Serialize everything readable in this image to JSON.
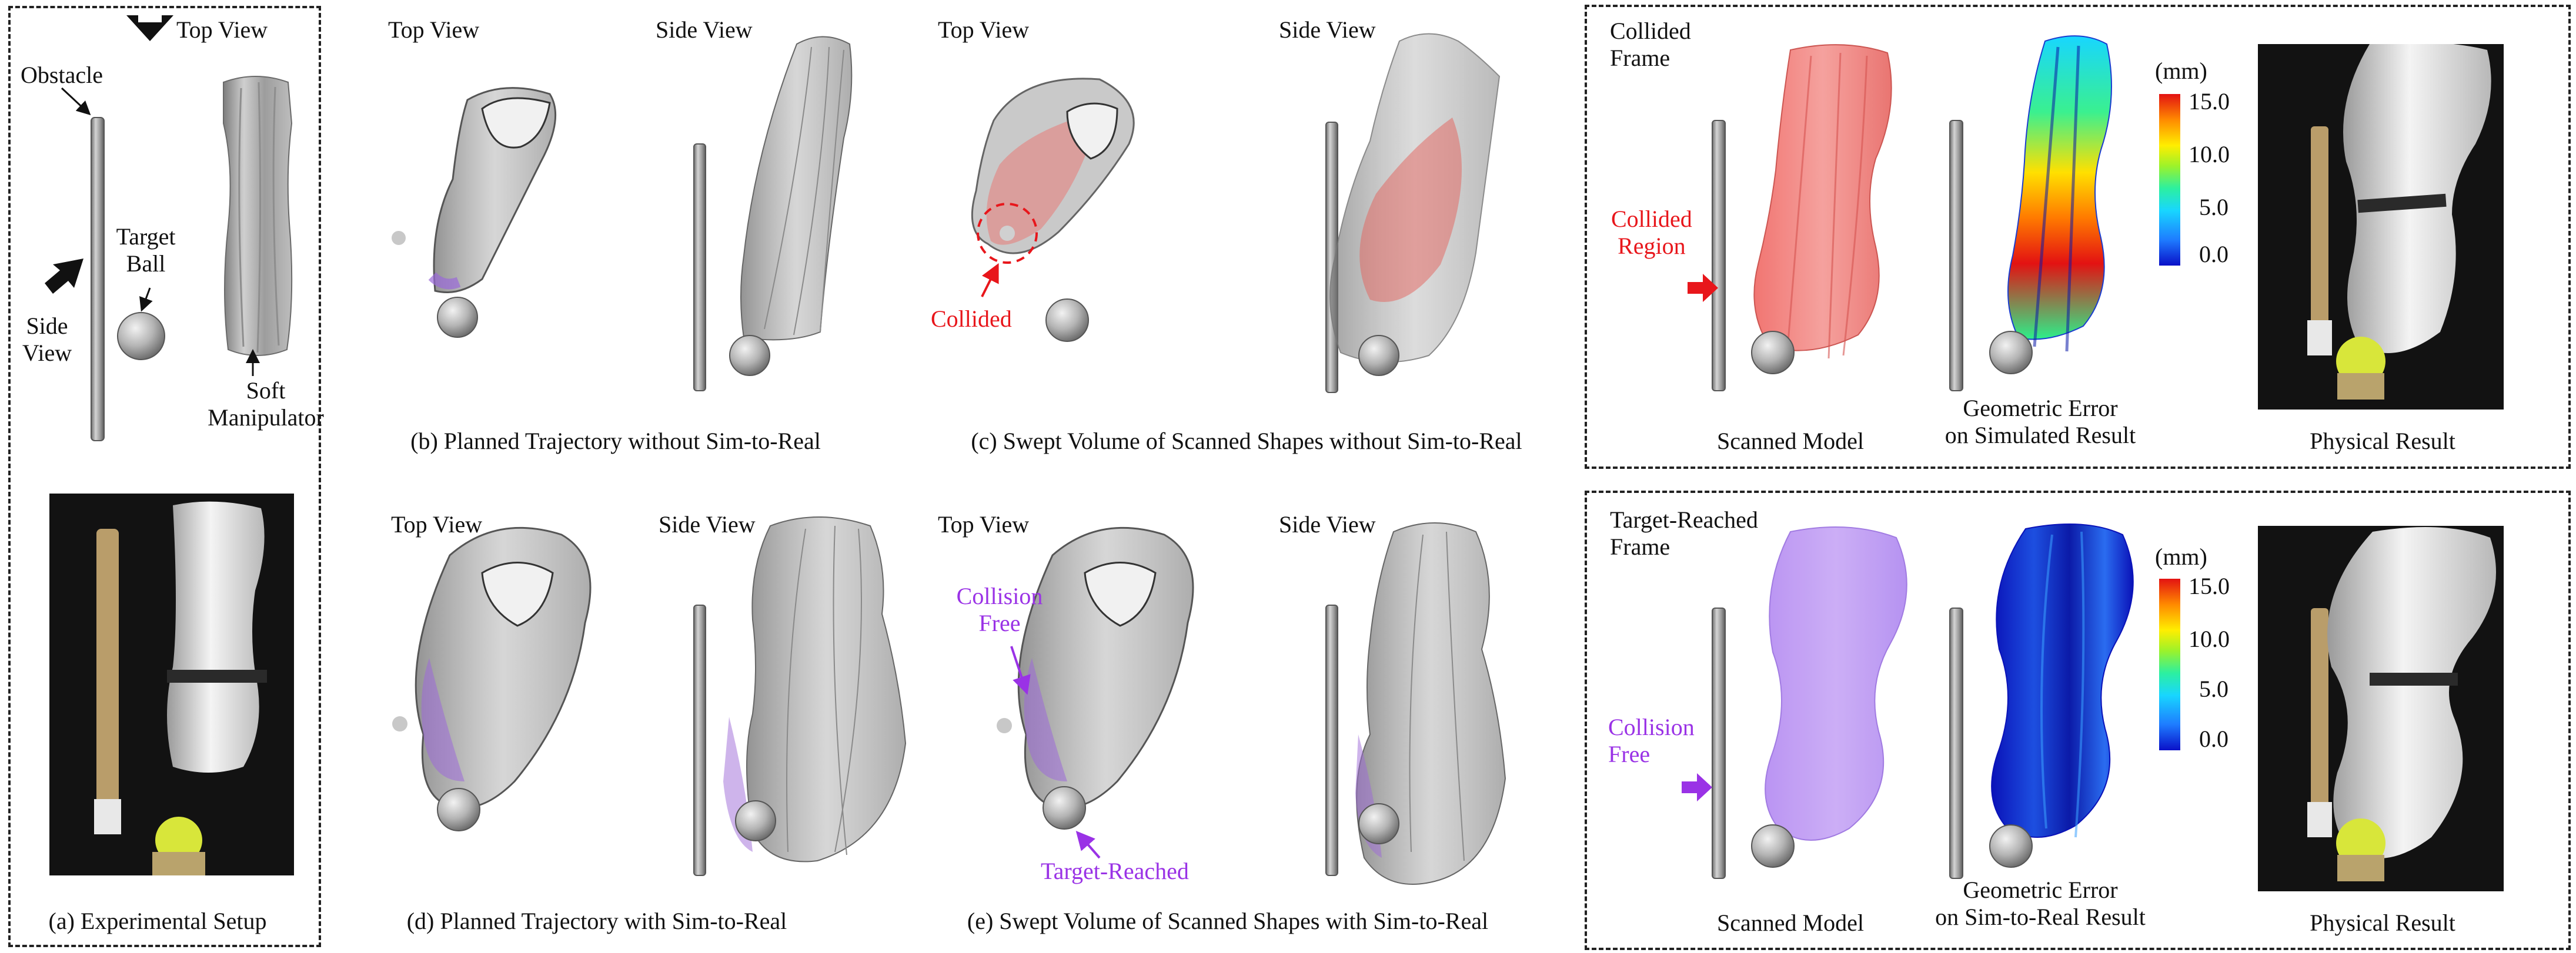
{
  "panel_a": {
    "top_view": "Top View",
    "obstacle": "Obstacle",
    "target_ball": "Target\nBall",
    "side_view": "Side\nView",
    "soft_manipulator": "Soft\nManipulator",
    "caption": "(a) Experimental Setup"
  },
  "panel_b": {
    "top_view": "Top View",
    "side_view": "Side View",
    "caption": "(b) Planned Trajectory without Sim-to-Real"
  },
  "panel_c": {
    "top_view": "Top View",
    "side_view": "Side View",
    "collided": "Collided",
    "caption": "(c) Swept Volume of Scanned Shapes without Sim-to-Real"
  },
  "panel_d": {
    "top_view": "Top View",
    "side_view": "Side View",
    "caption": "(d) Planned Trajectory with Sim-to-Real"
  },
  "panel_e": {
    "top_view": "Top View",
    "side_view": "Side View",
    "collision_free": "Collision\nFree",
    "target_reached": "Target-Reached",
    "caption": "(e) Swept Volume of Scanned Shapes with Sim-to-Real"
  },
  "panel_top_right": {
    "frame_label": "Collided\nFrame",
    "region_label": "Collided\nRegion",
    "scanned_model": "Scanned Model",
    "geo_error": "Geometric Error\non Simulated Result",
    "physical_result": "Physical Result",
    "unit": "(mm)",
    "ticks": [
      "15.0",
      "10.0",
      "5.0",
      "0.0"
    ]
  },
  "panel_bottom_right": {
    "frame_label": "Target-Reached\nFrame",
    "region_label": "Collision\nFree",
    "scanned_model": "Scanned Model",
    "geo_error": "Geometric Error\non Sim-to-Real Result",
    "physical_result": "Physical Result",
    "unit": "(mm)",
    "ticks": [
      "15.0",
      "10.0",
      "5.0",
      "0.0"
    ]
  },
  "colors": {
    "collided": "#e8161b",
    "collision_free": "#9a32e6",
    "colormap": [
      "#0a10c8",
      "#1e7cff",
      "#18d6ff",
      "#2cf0a0",
      "#9cf22a",
      "#ffee00",
      "#ff8a00",
      "#e31212"
    ]
  }
}
